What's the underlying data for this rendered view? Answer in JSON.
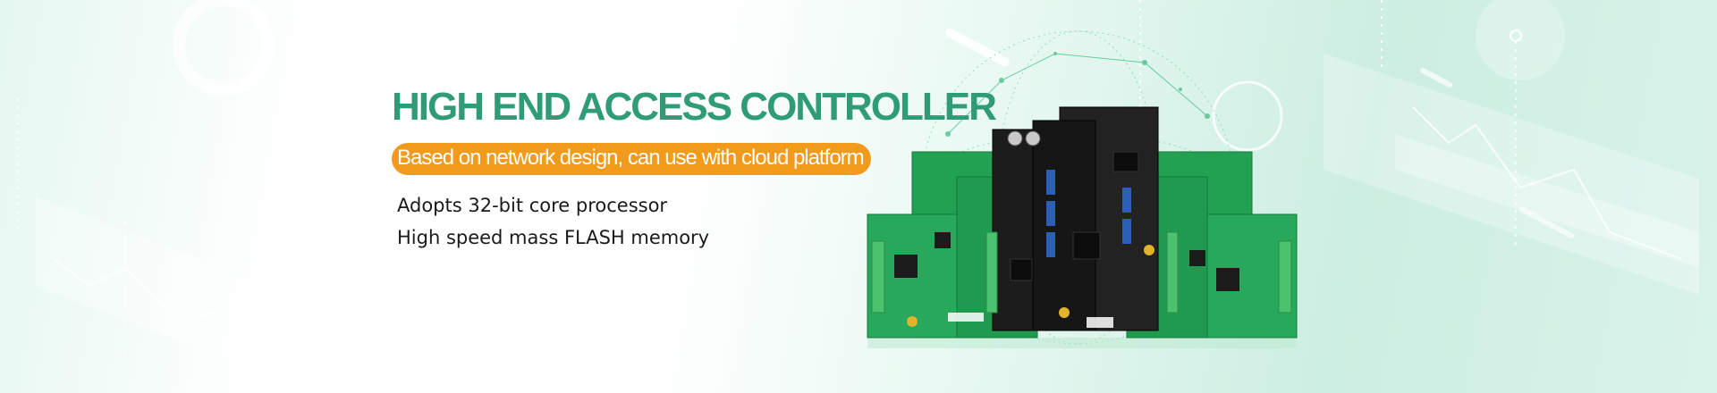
{
  "banner": {
    "headline": "HIGH END ACCESS CONTROLLER",
    "subline": "Based on network design, can use with cloud platform",
    "features": [
      "Adopts 32-bit core processor",
      "High speed mass FLASH memory"
    ]
  },
  "colors": {
    "headline": "#2f9c77",
    "badge": "#f29a1b",
    "feature_text": "#1a1a1a",
    "board_green": "#1f9a4f",
    "board_black": "#1c1c1c"
  },
  "icons": [
    "globe-network-graphic",
    "circuit-board-image"
  ]
}
